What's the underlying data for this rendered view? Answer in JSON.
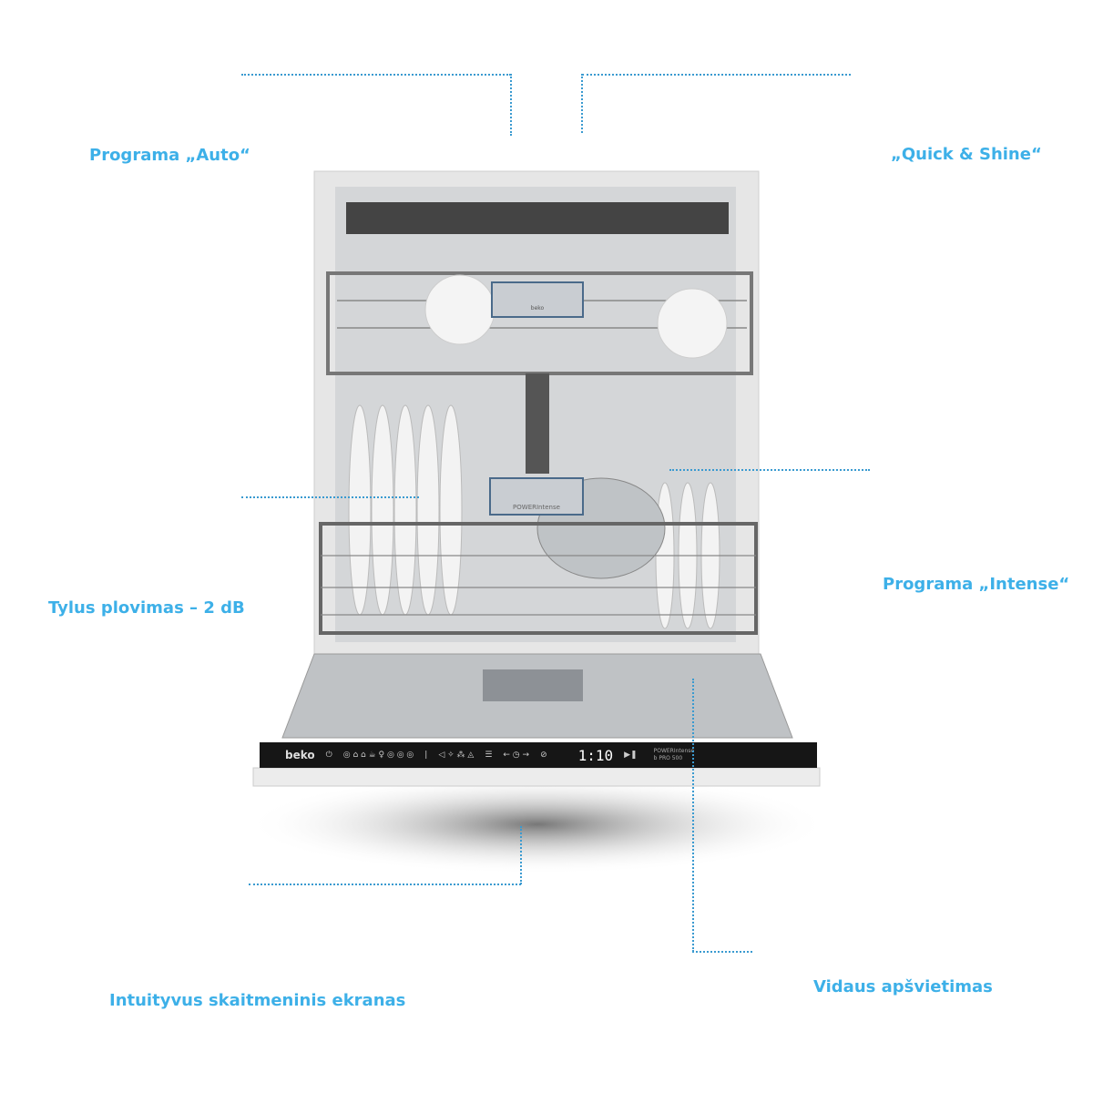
{
  "labels": {
    "auto": "Programa „Auto“",
    "quick_shine": "„Quick & Shine“",
    "quiet": "Tylus plovimas – 2 dB",
    "intense": "Programa „Intense“",
    "display": "Intuityvus skaitmeninis ekranas",
    "lighting": "Vidaus apšvietimas"
  },
  "panel": {
    "brand": "beko",
    "time_display": "1:10",
    "series": "POWERIntense",
    "model": "b PRO 500",
    "basket_badge": "POWERIntense",
    "top_badge": "beko"
  },
  "colors": {
    "accent": "#3db0e8",
    "leader": "#3a9ad0"
  }
}
